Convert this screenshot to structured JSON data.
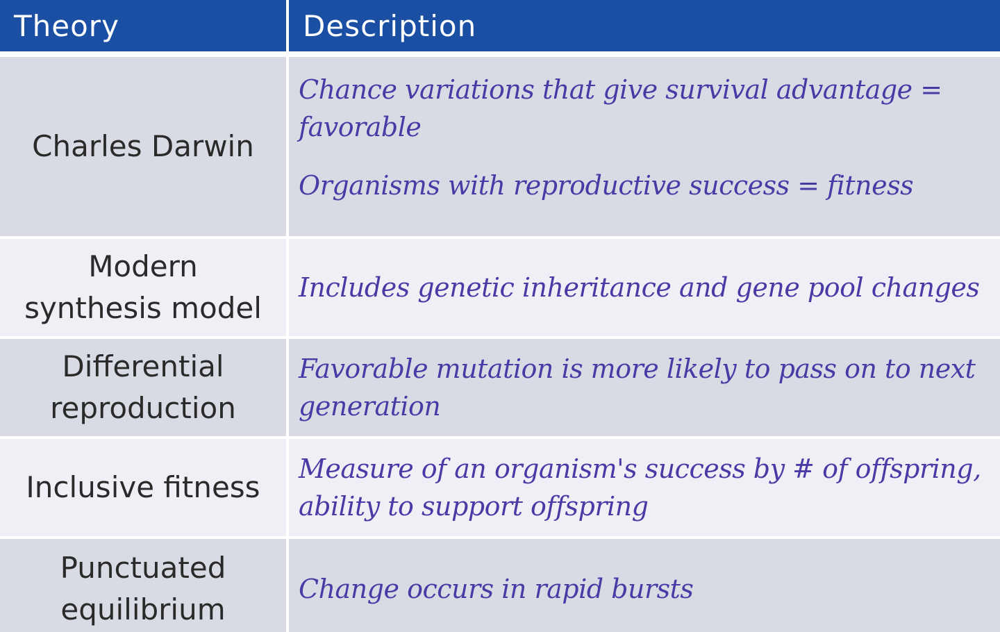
{
  "header": {
    "theory": "Theory",
    "description": "Description"
  },
  "rows": [
    {
      "theory_lines": [
        "Charles Darwin"
      ],
      "description_paragraphs": [
        "Chance variations that give survival advantage = favorable",
        "Organisms with reproductive success = fitness"
      ]
    },
    {
      "theory_lines": [
        "Modern",
        "synthesis model"
      ],
      "description_paragraphs": [
        "Includes genetic inheritance and gene pool changes"
      ]
    },
    {
      "theory_lines": [
        "Differential",
        "reproduction"
      ],
      "description_paragraphs": [
        "Favorable mutation is more likely to pass on to next generation"
      ]
    },
    {
      "theory_lines": [
        "Inclusive fitness"
      ],
      "description_paragraphs": [
        "Measure of an organism's success by # of offspring, ability to support offspring"
      ]
    },
    {
      "theory_lines": [
        "Punctuated",
        "equilibrium"
      ],
      "description_paragraphs": [
        "Change occurs in rapid bursts"
      ]
    }
  ],
  "colors": {
    "header_bg": "#1a4fa3",
    "row_dark": "#d9dbe4",
    "row_light": "#eef0f5",
    "description_text": "#4a3aa6",
    "theory_text": "#2a2a2a"
  }
}
